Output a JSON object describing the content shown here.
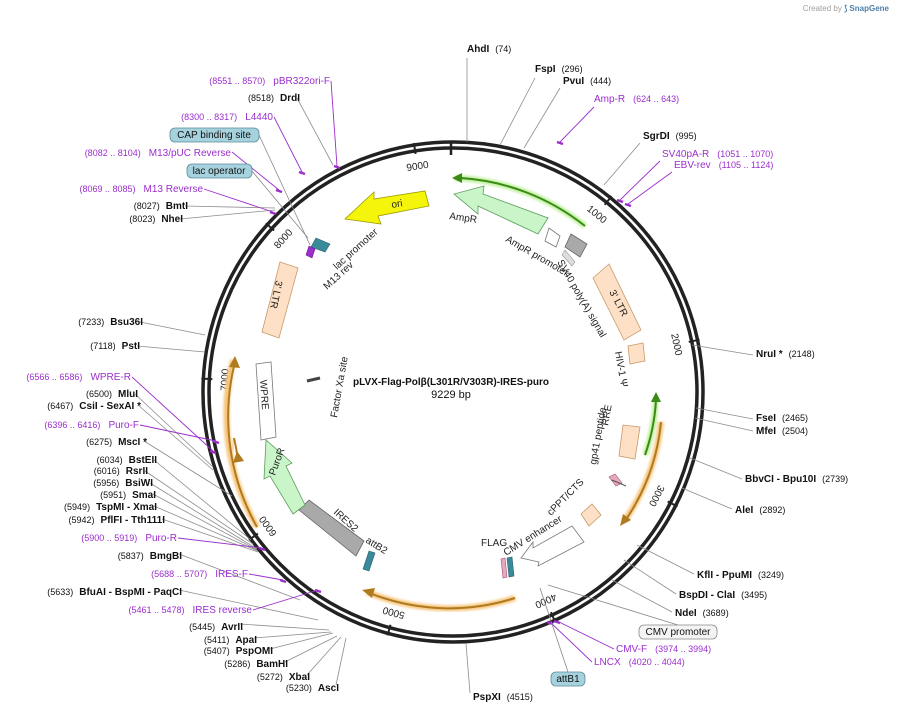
{
  "credit": {
    "prefix": "Created by",
    "brand": "SnapGene"
  },
  "plasmid": {
    "name": "pLVX-Flag-Polβ(L301R/V303R)-IRES-puro",
    "size_label": "9229 bp",
    "length": 9229
  },
  "ring": {
    "ticks": [
      1000,
      2000,
      3000,
      4000,
      5000,
      6000,
      7000,
      8000,
      9000
    ]
  },
  "colors": {
    "site_line": "#808080",
    "primer": "#9b2ecc",
    "orf": "#b07a1f",
    "orf_glow": "#f7c57a",
    "orf_arrow_green": "#3a8a16",
    "green_glow": "#bff09c",
    "feature_peach": "#fde0c5",
    "feature_green": "#c9f5c9",
    "ori_yellow": "#f5f50c",
    "gray_feature": "#a9a9a9",
    "box_blue": "#a6d2de"
  },
  "sites": [
    {
      "name": "AhdI",
      "pos": "(74)"
    },
    {
      "name": "FspI",
      "pos": "(296)"
    },
    {
      "name": "PvuI",
      "pos": "(444)"
    },
    {
      "name": "SgrDI",
      "pos": "(995)"
    },
    {
      "name": "NruI *",
      "pos": "(2148)"
    },
    {
      "name": "FseI",
      "pos": "(2465)"
    },
    {
      "name": "MfeI",
      "pos": "(2504)"
    },
    {
      "name": "BbvCI - Bpu10I",
      "pos": "(2739)"
    },
    {
      "name": "AleI",
      "pos": "(2892)"
    },
    {
      "name": "KflI - PpuMI",
      "pos": "(3249)"
    },
    {
      "name": "BspDI - ClaI",
      "pos": "(3495)"
    },
    {
      "name": "NdeI",
      "pos": "(3689)"
    },
    {
      "name": "PspXI",
      "pos": "(4515)"
    },
    {
      "name": "AscI",
      "pos": "(5230)"
    },
    {
      "name": "XbaI",
      "pos": "(5272)"
    },
    {
      "name": "BamHI",
      "pos": "(5286)"
    },
    {
      "name": "PspOMI",
      "pos": "(5407)"
    },
    {
      "name": "ApaI",
      "pos": "(5411)"
    },
    {
      "name": "AvrII",
      "pos": "(5445)"
    },
    {
      "name": "BfuAI - BspMI - PaqCI",
      "pos": "(5633)"
    },
    {
      "name": "BmgBI",
      "pos": "(5837)"
    },
    {
      "name": "PflFI - Tth111I",
      "pos": "(5942)"
    },
    {
      "name": "TspMI - XmaI",
      "pos": "(5949)"
    },
    {
      "name": "SmaI",
      "pos": "(5951)"
    },
    {
      "name": "BsiWI",
      "pos": "(5956)"
    },
    {
      "name": "RsrII",
      "pos": "(6016)"
    },
    {
      "name": "BstEII",
      "pos": "(6034)"
    },
    {
      "name": "MscI *",
      "pos": "(6275)"
    },
    {
      "name": "CsiI - SexAI *",
      "pos": "(6467)"
    },
    {
      "name": "MluI",
      "pos": "(6500)"
    },
    {
      "name": "PstI",
      "pos": "(7118)"
    },
    {
      "name": "Bsu36I",
      "pos": "(7233)"
    },
    {
      "name": "NheI",
      "pos": "(8023)"
    },
    {
      "name": "BmtI",
      "pos": "(8027)"
    },
    {
      "name": "DrdI",
      "pos": "(8518)"
    }
  ],
  "primers": [
    {
      "name": "Amp-R",
      "range": "(624 .. 643)"
    },
    {
      "name": "SV40pA-R",
      "range": "(1051 .. 1070)"
    },
    {
      "name": "EBV-rev",
      "range": "(1105 .. 1124)"
    },
    {
      "name": "CMV-F",
      "range": "(3974 .. 3994)"
    },
    {
      "name": "LNCX",
      "range": "(4020 .. 4044)"
    },
    {
      "name": "IRES reverse",
      "range": "(5461 .. 5478)"
    },
    {
      "name": "IRES-F",
      "range": "(5688 .. 5707)"
    },
    {
      "name": "Puro-R",
      "range": "(5900 .. 5919)"
    },
    {
      "name": "Puro-F",
      "range": "(6396 .. 6416)"
    },
    {
      "name": "WPRE-R",
      "range": "(6566 .. 6586)"
    },
    {
      "name": "M13 Reverse",
      "range": "(8069 .. 8085)"
    },
    {
      "name": "M13/pUC Reverse",
      "range": "(8082 .. 8104)"
    },
    {
      "name": "L4440",
      "range": "(8300 .. 8317)"
    },
    {
      "name": "pBR322ori-F",
      "range": "(8551 .. 8570)"
    }
  ],
  "boxed_labels": [
    "CMV promoter",
    "attB1",
    "CAP binding site",
    "lac operator"
  ],
  "features": {
    "ampr": "AmpR",
    "ampr_promoter": "AmpR promoter",
    "sv40": "SV40 poly(A) signal",
    "ltr3_right": "3' LTR",
    "hiv": "HIV-1 Ψ",
    "rre": "RRE",
    "gp41": "gp41 peptide",
    "cppt": "cPPT/CTS",
    "cmv_enh": "CMV enhancer",
    "flag": "FLAG",
    "attb2": "attB2",
    "ires2": "IRES2",
    "puror": "PuroR",
    "wpre": "WPRE",
    "ltr3_left": "3' LTR",
    "factor_xa": "Factor Xa site",
    "m13_rev": "M13 rev",
    "lac_promoter": "lac promoter",
    "ori": "ori"
  }
}
